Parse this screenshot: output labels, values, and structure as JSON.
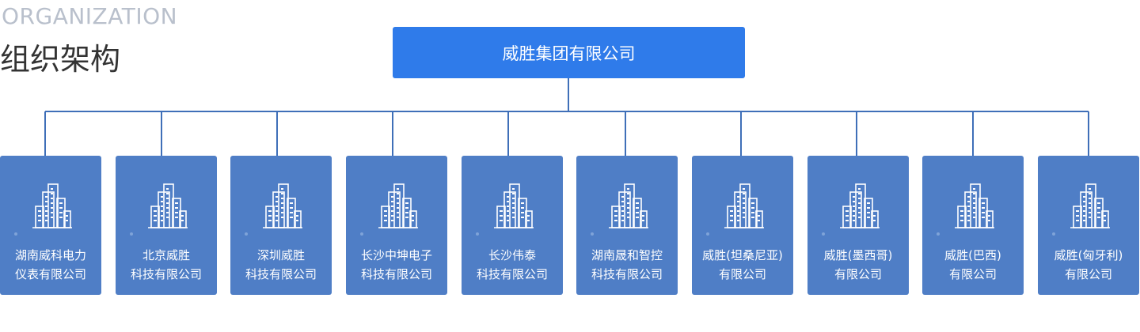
{
  "header": {
    "subtitle": "ORGANIZATION",
    "title": "组织架构"
  },
  "org": {
    "root": "威胜集团有限公司",
    "children": [
      {
        "line1": "湖南威科电力",
        "line2": "仪表有限公司"
      },
      {
        "line1": "北京威胜",
        "line2": "科技有限公司"
      },
      {
        "line1": "深圳威胜",
        "line2": "科技有限公司"
      },
      {
        "line1": "长沙中坤电子",
        "line2": "科技有限公司"
      },
      {
        "line1": "长沙伟泰",
        "line2": "科技有限公司"
      },
      {
        "line1": "湖南晟和智控",
        "line2": "科技有限公司"
      },
      {
        "line1": "威胜(坦桑尼亚)",
        "line2": "有限公司"
      },
      {
        "line1": "威胜(墨西哥)",
        "line2": "有限公司"
      },
      {
        "line1": "威胜(巴西)",
        "line2": "有限公司"
      },
      {
        "line1": "威胜(匈牙利)",
        "line2": "有限公司"
      }
    ]
  },
  "colors": {
    "root_fill": "#2f7bea",
    "child_fill": "#4f7ec6",
    "connector": "#3f6fb8"
  },
  "icons": {
    "child_icon": "building-icon"
  }
}
